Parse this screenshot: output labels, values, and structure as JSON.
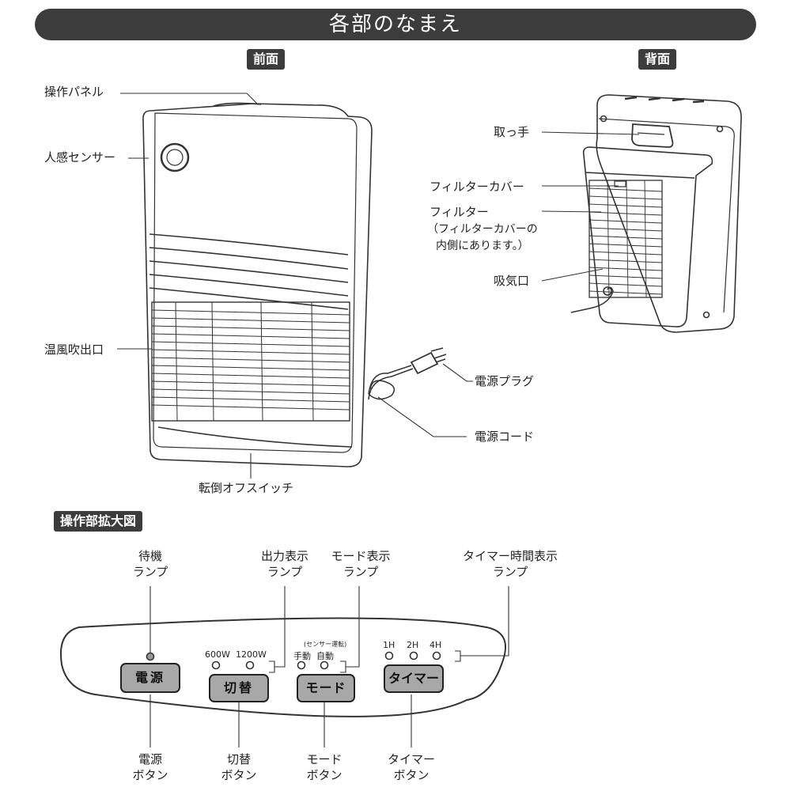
{
  "title": "各部のなまえ",
  "sections": {
    "front": "前面",
    "back": "背面",
    "panel_zoom": "操作部拡大図"
  },
  "front_labels": {
    "control_panel": "操作パネル",
    "motion_sensor": "人感センサー",
    "warm_air_outlet": "温風吹出口",
    "power_plug": "電源プラグ",
    "power_cord": "電源コード",
    "tip_over_switch": "転倒オフスイッチ"
  },
  "back_labels": {
    "handle": "取っ手",
    "filter_cover": "フィルターカバー",
    "filter": "フィルター",
    "filter_note_1": "（フィルターカバーの",
    "filter_note_2": "内側にあります。）",
    "air_intake": "吸気口"
  },
  "panel_top_labels": {
    "standby_1": "待機",
    "standby_2": "ランプ",
    "output_1": "出力表示",
    "output_2": "ランプ",
    "mode_1": "モード表示",
    "mode_2": "ランプ",
    "timer_1": "タイマー時間表示",
    "timer_2": "ランプ"
  },
  "panel": {
    "power_button": "電源",
    "switch_button": "切替",
    "mode_button": "モード",
    "timer_button": "タイマー",
    "w600": "600W",
    "w1200": "1200W",
    "sensor_note": "(センサー運転)",
    "manual": "手動",
    "auto": "自動",
    "h1": "1H",
    "h2": "2H",
    "h4": "4H"
  },
  "panel_bottom_labels": {
    "power_1": "電源",
    "power_2": "ボタン",
    "switch_1": "切替",
    "switch_2": "ボタン",
    "mode_1": "モード",
    "mode_2": "ボタン",
    "timer_1": "タイマー",
    "timer_2": "ボタン"
  }
}
